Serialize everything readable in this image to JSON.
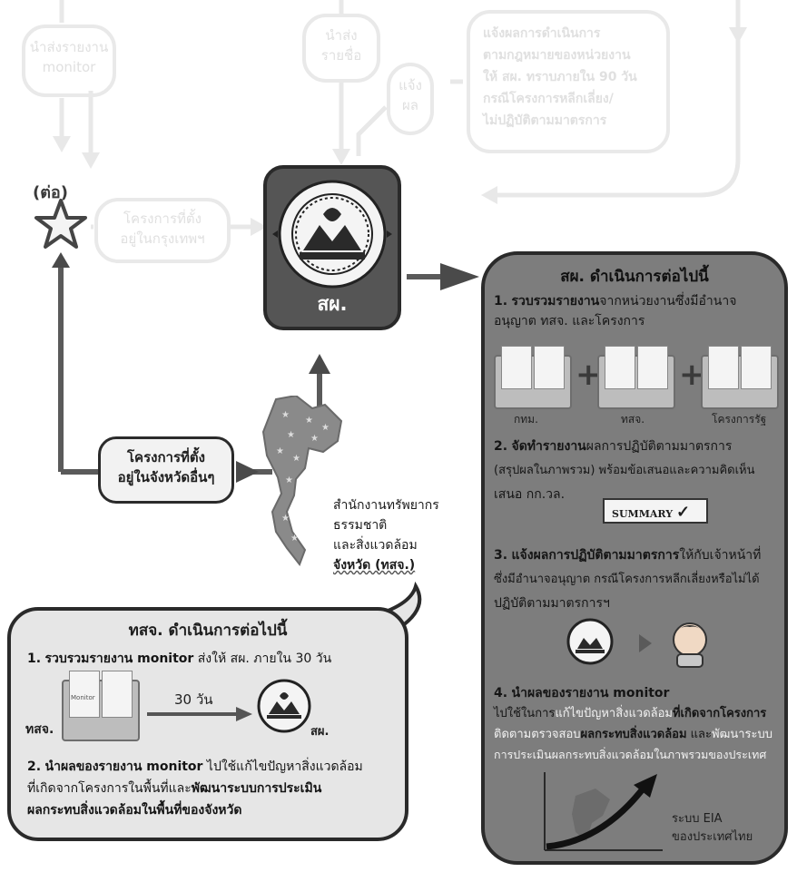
{
  "faded": {
    "send_monitor": [
      "นำส่งรายงาน",
      "monitor"
    ],
    "send_names": [
      "นำส่ง",
      "รายชื่อ"
    ],
    "notify": [
      "แจ้ง",
      "ผล"
    ],
    "notify_law": [
      "แจ้งผลการดำเนินการ",
      "ตามกฎหมายของหน่วยงาน",
      "ให้ สผ. ทราบภายใน 90 วัน",
      "กรณีโครงการหลีกเลี่ยง/",
      "ไม่ปฏิบัติตามมาตรการ"
    ],
    "bangkok_projects": [
      "โครงการที่ตั้ง",
      "อยู่ในกรุงเทพฯ"
    ]
  },
  "cont_label": "(ต่อ)",
  "onep_label": "สผ.",
  "province_projects": [
    "โครงการที่ตั้ง",
    "อยู่ในจังหวัดอื่นๆ"
  ],
  "provincial_office": [
    "สำนักงานทรัพยากร",
    "ธรรมชาติ",
    "และสิ่งแวดล้อม",
    "จังหวัด (ทสจ.)"
  ],
  "right_panel": {
    "title": "สผ. ดำเนินการต่อไปนี้",
    "s1_num": "1.",
    "s1_line1_bold": "รวบรวมรายงาน",
    "s1_line1_rest": "จากหน่วยงานซึ่งมีอำนาจ",
    "s1_line2": "อนุญาต ทสจ. และโครงการ",
    "folder_labels": [
      "กทม.",
      "ทสจ.",
      "โครงการรัฐ"
    ],
    "folder_doc_label": "Monitor",
    "s2_num": "2.",
    "s2_bold": "จัดทำรายงาน",
    "s2_rest": "ผลการปฏิบัติตามมาตรการ",
    "s2_line2": "(สรุปผลในภาพรวม) พร้อมข้อเสนอและความคิดเห็น",
    "s2_line3": "เสนอ กก.วล.",
    "summary_label": "SUMMARY",
    "s3_num": "3.",
    "s3_bold": "แจ้งผลการปฏิบัติตามมาตรการ",
    "s3_rest": "ให้กับเจ้าหน้าที่",
    "s3_line2": "ซึ่งมีอำนาจอนุญาต กรณีโครงการหลีกเลี่ยงหรือไม่ได้",
    "s3_line3": "ปฏิบัติตามมาตรการฯ",
    "s4_num": "4.",
    "s4_bold": "นำผลของรายงาน monitor",
    "s4_line2a": "ไปใช้ในการ",
    "s4_line2b": "แก้ไขปัญหาสิ่งแวดล้อม",
    "s4_line2c": "ที่เกิดจากโครงการ",
    "s4_line3a": "ติดตามตรวจสอบ",
    "s4_line3b": "ผลกระทบสิ่งแวดล้อม",
    "s4_line3c": " และ",
    "s4_line3d": "พัฒนาระบบ",
    "s4_line4": "การประเมินผลกระทบสิ่งแวดล้อมในภาพรวมของประเทศ",
    "eia_label": [
      "ระบบ EIA",
      "ของประเทศไทย"
    ]
  },
  "left_panel": {
    "title": "ทสจ. ดำเนินการต่อไปนี้",
    "s1_num": "1.",
    "s1_bold": "รวบรวมรายงาน monitor",
    "s1_rest": " ส่งให้ สผ. ภายใน 30 วัน",
    "from_label": "ทสจ.",
    "days_label": "30 วัน",
    "to_label": "สผ.",
    "s2_num": "2.",
    "s2_bold": "นำผลของรายงาน monitor",
    "s2_rest": " ไปใช้แก้ไขปัญหาสิ่งแวดล้อม",
    "s2_line2a": "ที่เกิดจากโครงการในพื้นที่และ",
    "s2_line2b": "พัฒนาระบบการประเมิน",
    "s2_line3": "ผลกระทบสิ่งแวดล้อมในพื้นที่ของจังหวัด"
  },
  "colors": {
    "dark": "#2a2a2a",
    "panel": "#7d7d7d",
    "faded": "#e6e6e6",
    "light_panel": "#e6e6e6"
  }
}
